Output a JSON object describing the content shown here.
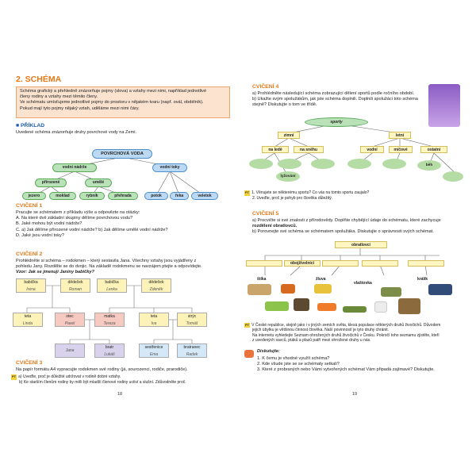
{
  "left": {
    "title": "2. SCHÉMA",
    "def": [
      "Schéma grafický a přehledně znázorňuje pojmy (slova) a vztahy mezi nimi, například jednotlivé",
      "členy rodiny a vztahy mezi těmito členy.",
      "Ve schématu umísťujeme jednotlivé pojmy do prostoru v nějakém tvaru (např. ovál, obdélník).",
      "Pokud mají tyto pojmy nějaký vztah, uděláme mezi nimi čáry."
    ],
    "example_h": "PŘÍKLAD",
    "example_t": "Uvedené schéma znázorňuje druhy povrchové vody na Zemi.",
    "water": {
      "root": "POVRCHOVÁ VODA",
      "a": "vodní nádrže",
      "b": "vodní toky",
      "a1": "přirozené",
      "a2": "umělé",
      "l1": "jezero",
      "l2": "moklad",
      "l3": "rybník",
      "l4": "přehrada",
      "l5": "potok",
      "l6": "řeka",
      "l7": "veletok"
    },
    "c1_h": "CVIČENÍ 1",
    "c1": [
      "Pracujte se schématem z příkladu výše a odpovězte na otázky:",
      "A. Na které dvě základní skupiny dělíme povrchovou vodu?",
      "B. Jaké mohou být vodní nádrže?",
      "C. a) Jak dělíme přirozené vodní nádrže? b) Jak dělíme umělé vodní nádrže?",
      "D. Jaké jsou vodní toky?"
    ],
    "c2_h": "CVIČENÍ 2",
    "c2": [
      "Prohlédněte si schéma – rodokmen – který sestavila Jana. Všechny vztahy jsou vyjádřeny z",
      "pohledu Jany. Rozdělte se do dvojic. Na základě rodokmenu se navzájem ptejte a odpovídejte.",
      "Vzor: Jak se jmenují Janiny babičky?"
    ],
    "fam": [
      {
        "r": "babička",
        "n": "Irena"
      },
      {
        "r": "dědeček",
        "n": "Roman"
      },
      {
        "r": "babička",
        "n": "Lenka"
      },
      {
        "r": "dědeček",
        "n": "Zdeněk"
      },
      {
        "r": "teta",
        "n": "Linda"
      },
      {
        "r": "otec",
        "n": "Pavel"
      },
      {
        "r": "matka",
        "n": "Tereza"
      },
      {
        "r": "teta",
        "n": "Iva"
      },
      {
        "r": "strýc",
        "n": "Tomáš"
      },
      {
        "r": "",
        "n": "Jana"
      },
      {
        "r": "bratr",
        "n": "Lukáš"
      },
      {
        "r": "sestřenice",
        "n": "Ema"
      },
      {
        "r": "bratranec",
        "n": "Radek"
      }
    ],
    "c3_h": "CVIČENÍ 3",
    "c3": "Na papír formátu A4 vypracujte rodokmen své rodiny (já, sourozenci, rodiče, prarodiče).",
    "pt_a": "a) Uveďte, proč je důležité udržovat v rodině dobré vztahy.",
    "pt_b": "b) Ke starším členům rodiny by měli být mladší členové rodiny uctiví a slušní. Zdůvodněte proč.",
    "pt": "PT",
    "page": "18"
  },
  "right": {
    "c4_h": "CVIČENÍ 4",
    "c4": [
      "a) Prohlédněte následující schéma zobrazující dělení sportů podle ročního období.",
      "b) Ukažte svým spolužákům, jak jste schéma doplnili. Doplnili spolužáci toto schéma",
      "    stejně? Diskutujte o tom ve třídě."
    ],
    "sport": {
      "root": "sporty",
      "w": "zimní",
      "s": "letní",
      "w1": "na ledě",
      "w2": "na sněhu",
      "s1": "vodní",
      "s2": "míčové",
      "s3": "ostatní",
      "e1": "lyžování",
      "e2": "běh"
    },
    "c4_pt": [
      "1. Věnujete se některému sportu? Co vás na tomto sportu zaujalo?",
      "2. Uveďte, proč je pohyb pro člověka důležitý."
    ],
    "c5_h": "CVIČENÍ 5",
    "c5": [
      "a) Procvičte si své znalosti z přírodovědy. Doplňte chybějící údaje do schématu, které zachycuje",
      "    rozdělení obratlovců.",
      "b) Porovnejte své schéma se schématem spolužáka. Diskutujte o správnosti svých schémat."
    ],
    "vert": {
      "root": "obratlovci",
      "a": "obojživelníci",
      "l1": "štíka",
      "l2": "žluva",
      "l3": "vlaštovka",
      "l4": "králík"
    },
    "text": [
      "V České republice, stejně jako i v jiných zemích světa, klesá populace některých druhů živočichů. Důvodem",
      "jejich úbytku je většinou činnost člověka. Naší povinností je tyto druhy chránit.",
      "Na internetu vyhledejte Seznam ohrožených druhů živočichů v Česku. Pokročí toho seznamu zjistěte, kteří",
      "z uvedených savců, ptáků a plazů patří mezi ohrožené druhy u nás."
    ],
    "disk_h": "Diskutujte:",
    "disk": [
      "1. K čemu je vhodné využít schéma?",
      "2. Kde všude jste se se schématy setkali?",
      "3. Které z probraných nebo Vámi vytvořených schémat Vám připadá zajímavé? Diskutujte."
    ],
    "page": "19"
  },
  "colors": {
    "orange": "#e67817",
    "green": "#b9e2b9",
    "blue": "#bcd9f3",
    "yellow": "#fff6c2"
  }
}
